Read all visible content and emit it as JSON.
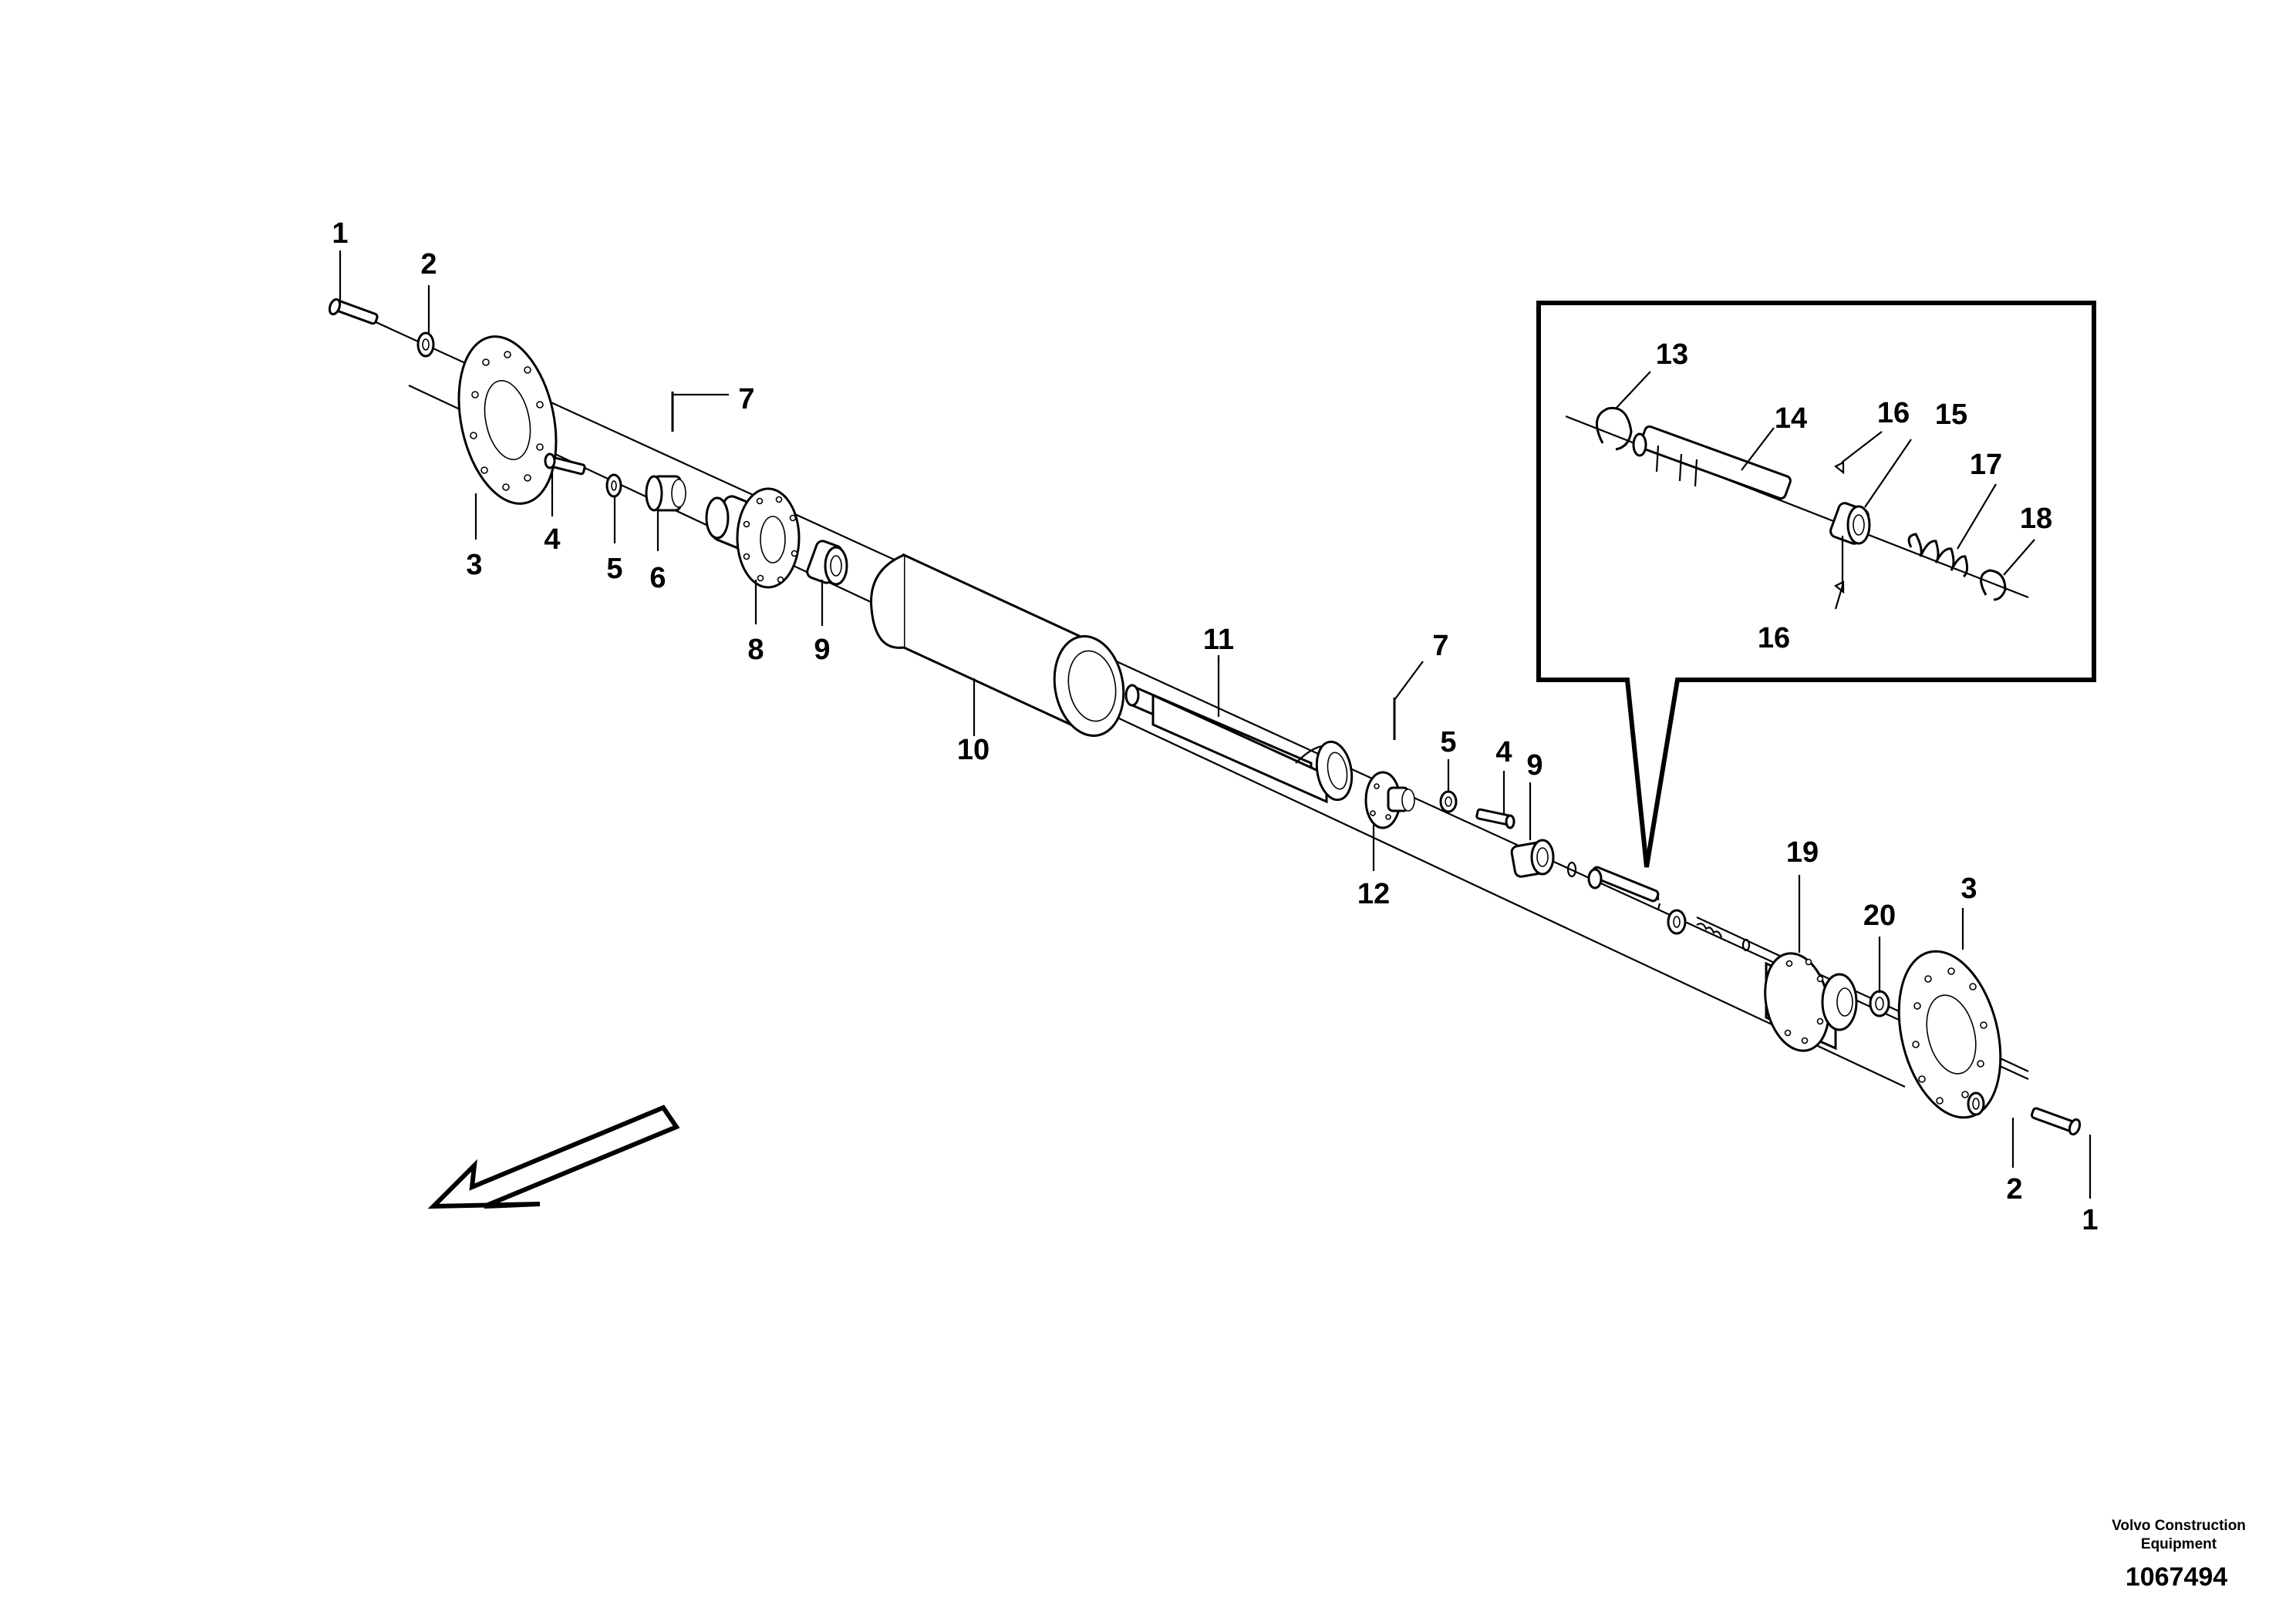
{
  "callouts": {
    "c1_left": "1",
    "c2_left": "2",
    "c3_left": "3",
    "c4_left": "4",
    "c5_left": "5",
    "c6": "6",
    "c7_left": "7",
    "c8": "8",
    "c9_left": "9",
    "c10": "10",
    "c11": "11",
    "c7_mid": "7",
    "c5_mid": "5",
    "c4_mid": "4",
    "c9_mid": "9",
    "c12": "12",
    "c19": "19",
    "c20": "20",
    "c3_right": "3",
    "c2_right": "2",
    "c1_right": "1"
  },
  "detail_callouts": {
    "c13": "13",
    "c14": "14",
    "c16_top": "16",
    "c15": "15",
    "c17": "17",
    "c18": "18",
    "c16_bottom": "16"
  },
  "footer": {
    "company_line1": "Volvo Construction",
    "company_line2": "Equipment",
    "drawing_number": "1067494"
  },
  "icons": {
    "direction_arrow": "front-direction-arrow-icon"
  }
}
